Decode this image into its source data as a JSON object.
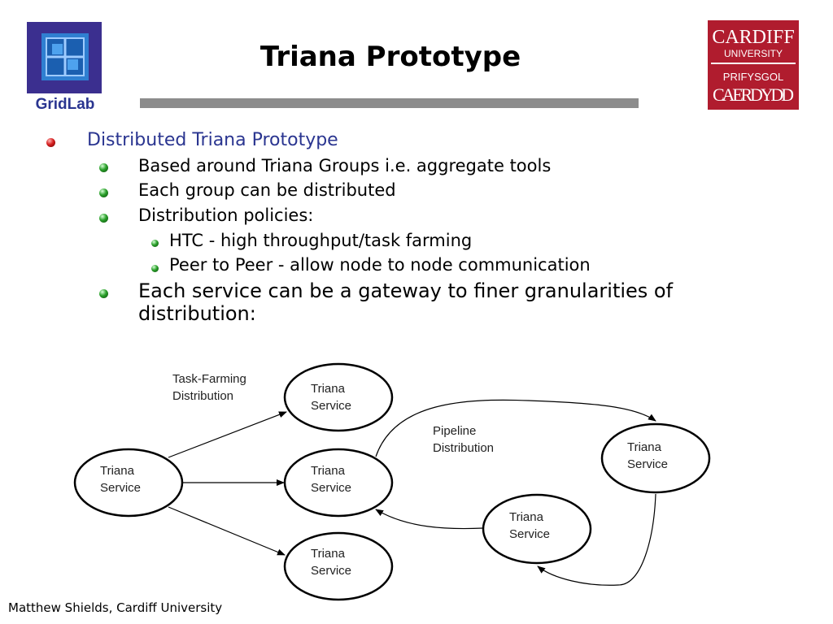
{
  "slide": {
    "title": "Triana Prototype",
    "footer": "Matthew Shields, Cardiff University"
  },
  "logos": {
    "gridlab": "GridLab",
    "cardiff": [
      "CARDIFF",
      "UNIVERSITY",
      "PRIFYSGOL",
      "CAERDYDD"
    ]
  },
  "bullets": {
    "main": "Distributed Triana Prototype",
    "sub1": "Based around Triana Groups i.e. aggregate tools",
    "sub2": "Each group can be distributed",
    "sub3": "Distribution policies:",
    "sub3a": "HTC - high throughput/task farming",
    "sub3b": "Peer to Peer - allow node to node communication",
    "sub4_line1": "Each service can be a gateway to finer granularities of",
    "sub4_line2": "distribution:"
  },
  "diagram": {
    "labels": {
      "task_farming_1": "Task-Farming",
      "task_farming_2": "Distribution",
      "pipeline_1": "Pipeline",
      "pipeline_2": "Distribution"
    },
    "nodes": [
      {
        "id": "source",
        "line1": "Triana",
        "line2": "Service"
      },
      {
        "id": "farm-top",
        "line1": "Triana",
        "line2": "Service"
      },
      {
        "id": "farm-middle",
        "line1": "Triana",
        "line2": "Service"
      },
      {
        "id": "farm-bottom",
        "line1": "Triana",
        "line2": "Service"
      },
      {
        "id": "pipe-right",
        "line1": "Triana",
        "line2": "Service"
      },
      {
        "id": "pipe-lower",
        "line1": "Triana",
        "line2": "Service"
      }
    ]
  },
  "colors": {
    "heading_blue": "#2a3590",
    "rule_gray": "#8c8c8c",
    "cardiff_red": "#b01c2e",
    "gridlab_purple": "#3b2f8f",
    "gridlab_blue": "#2f7fd1"
  }
}
